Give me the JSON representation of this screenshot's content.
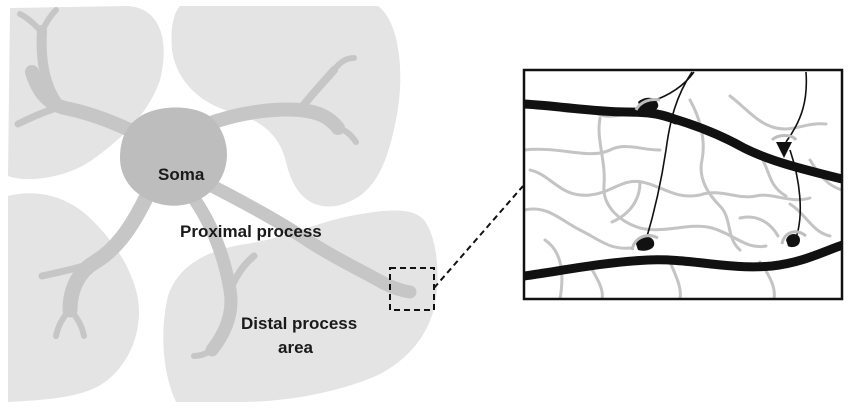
{
  "labels": {
    "soma": "Soma",
    "proximal": "Proximal process",
    "distal_line1": "Distal process",
    "distal_line2": "area"
  },
  "colors": {
    "domain_fill": "#e4e4e4",
    "process_fill": "#c6c6c6",
    "soma_fill": "#bdbdbd",
    "fiber": "#111111",
    "fine_process": "#c4c4c4"
  }
}
